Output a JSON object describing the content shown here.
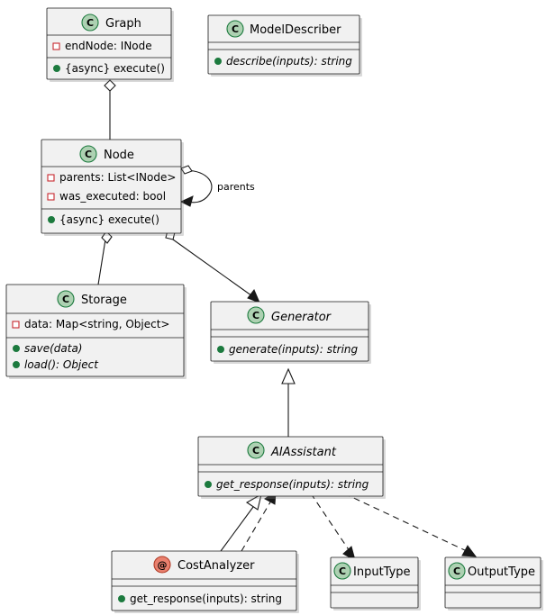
{
  "diagram": {
    "title": "UML class diagram",
    "type": "class-diagram",
    "background": "#FFFFFF",
    "colors": {
      "box_fill": "#F1F1F1",
      "box_border": "#181818",
      "class_icon_fill": "#ADD1B2",
      "class_icon_border": "#1C7A3E",
      "annotation_icon_fill": "#E9806E",
      "annotation_icon_border": "#B03B26",
      "private_marker": "#C82930",
      "public_marker": "#1C7A3E",
      "link": "#181818"
    }
  },
  "classes": [
    {
      "id": "graph",
      "name": "Graph",
      "stereotype_icon": "class-icon",
      "icon_glyph": "C",
      "abstract": false,
      "attributes": [
        {
          "visibility": "private",
          "text": "endNode: INode",
          "abstract": false
        }
      ],
      "methods": [
        {
          "visibility": "public",
          "text": "{async} execute()",
          "abstract": false
        }
      ]
    },
    {
      "id": "modeldescriber",
      "name": "ModelDescriber",
      "stereotype_icon": "class-icon",
      "icon_glyph": "C",
      "abstract": false,
      "attributes": [],
      "methods": [
        {
          "visibility": "public",
          "text": "describe(inputs): string",
          "abstract": true
        }
      ]
    },
    {
      "id": "node",
      "name": "Node",
      "stereotype_icon": "class-icon",
      "icon_glyph": "C",
      "abstract": false,
      "attributes": [
        {
          "visibility": "private",
          "text": "parents: List<INode>",
          "abstract": false
        },
        {
          "visibility": "private",
          "text": "was_executed: bool",
          "abstract": false
        }
      ],
      "methods": [
        {
          "visibility": "public",
          "text": "{async} execute()",
          "abstract": false
        }
      ]
    },
    {
      "id": "storage",
      "name": "Storage",
      "stereotype_icon": "class-icon",
      "icon_glyph": "C",
      "abstract": false,
      "attributes": [
        {
          "visibility": "private",
          "text": "data: Map<string, Object>",
          "abstract": false
        }
      ],
      "methods": [
        {
          "visibility": "public",
          "text": "save(data)",
          "abstract": true
        },
        {
          "visibility": "public",
          "text": "load(): Object",
          "abstract": true
        }
      ]
    },
    {
      "id": "generator",
      "name": "Generator",
      "stereotype_icon": "class-icon",
      "icon_glyph": "C",
      "abstract": true,
      "attributes": [],
      "methods": [
        {
          "visibility": "public",
          "text": "generate(inputs): string",
          "abstract": true
        }
      ]
    },
    {
      "id": "aiassistant",
      "name": "AIAssistant",
      "stereotype_icon": "class-icon",
      "icon_glyph": "C",
      "abstract": true,
      "attributes": [],
      "methods": [
        {
          "visibility": "public",
          "text": "get_response(inputs): string",
          "abstract": true
        }
      ]
    },
    {
      "id": "costanalyzer",
      "name": "CostAnalyzer",
      "stereotype_icon": "annotation-icon",
      "icon_glyph": "@",
      "abstract": false,
      "attributes": [],
      "methods": [
        {
          "visibility": "public",
          "text": "get_response(inputs): string",
          "abstract": false
        }
      ]
    },
    {
      "id": "inputtype",
      "name": "InputType",
      "stereotype_icon": "class-icon",
      "icon_glyph": "C",
      "abstract": false,
      "attributes": [],
      "methods": []
    },
    {
      "id": "outputtype",
      "name": "OutputType",
      "stereotype_icon": "class-icon",
      "icon_glyph": "C",
      "abstract": false,
      "attributes": [],
      "methods": []
    }
  ],
  "relations": [
    {
      "id": "graph-node",
      "from": "Graph",
      "to": "Node",
      "kind": "aggregation",
      "label": ""
    },
    {
      "id": "node-self",
      "from": "Node",
      "to": "Node",
      "kind": "aggregation-directed",
      "label": "parents"
    },
    {
      "id": "node-storage",
      "from": "Node",
      "to": "Storage",
      "kind": "aggregation",
      "label": ""
    },
    {
      "id": "node-generator",
      "from": "Node",
      "to": "Generator",
      "kind": "aggregation-directed",
      "label": ""
    },
    {
      "id": "aiassistant-generator",
      "from": "AIAssistant",
      "to": "Generator",
      "kind": "generalization",
      "label": ""
    },
    {
      "id": "costanalyzer-aiassistant",
      "from": "CostAnalyzer",
      "to": "AIAssistant",
      "kind": "generalization",
      "label": ""
    },
    {
      "id": "costanalyzer-aiassistant-dep",
      "from": "CostAnalyzer",
      "to": "AIAssistant",
      "kind": "dependency",
      "label": ""
    },
    {
      "id": "aiassistant-inputtype",
      "from": "AIAssistant",
      "to": "InputType",
      "kind": "dependency",
      "label": ""
    },
    {
      "id": "aiassistant-outputtype",
      "from": "AIAssistant",
      "to": "OutputType",
      "kind": "dependency",
      "label": ""
    }
  ],
  "edge_labels": {
    "parents": "parents"
  }
}
